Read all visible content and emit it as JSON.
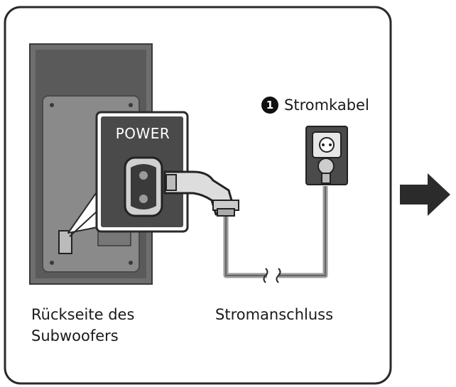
{
  "labels": {
    "cable_number": "1",
    "cable": "Stromkabel",
    "power_port": "POWER",
    "subwoofer_back_line1": "Rückseite des",
    "subwoofer_back_line2": "Subwoofers",
    "power_connection": "Stromanschluss"
  },
  "icons": {
    "step": "right-arrow-icon",
    "outlet": "wall-outlet-icon",
    "plug": "power-plug-icon"
  },
  "colors": {
    "panel_outline": "#2a2a2a",
    "subwoofer_body": "#6e6e6e",
    "port_panel": "#4a4a4a",
    "cable": "#9a9a9a",
    "arrow": "#2b2b2b"
  }
}
